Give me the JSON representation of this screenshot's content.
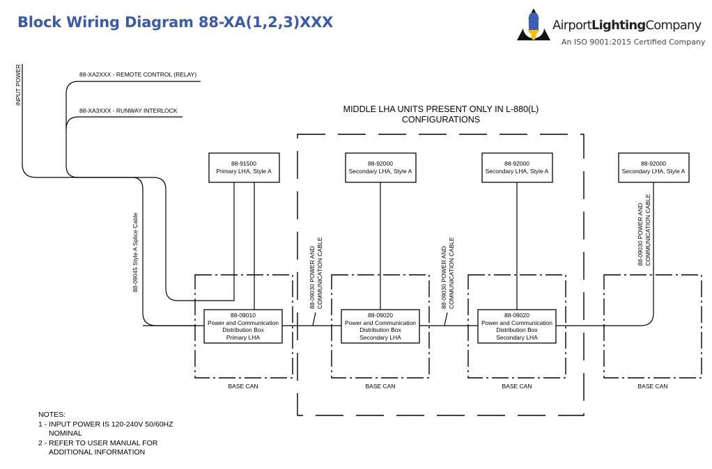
{
  "header": {
    "title": "Block Wiring Diagram 88-XA(1,2,3)XXX",
    "title_color": "#3a5bab"
  },
  "logo": {
    "icon": "airport-beacon-triangle-icon",
    "name_prefix": "Airport",
    "name_bold": "Lighting",
    "name_suffix": "Company",
    "tagline": "An ISO 9001:2015 Certified Company",
    "colors": {
      "bulb": "#3b5fb5",
      "base": "#f2c200",
      "triangle": "#111111"
    }
  },
  "diagram": {
    "inputs": {
      "input_power": "INPUT POWER",
      "remote_control": "88-XA2XXX - REMOTE CONTROL (RELAY)",
      "runway_interlock": "88-XA3XXX - RUNWAY INTERLOCK"
    },
    "middle_group_label_line1": "MIDDLE LHA UNITS PRESENT ONLY IN L-880(L)",
    "middle_group_label_line2": "CONFIGURATIONS",
    "splice_cable": "88-09045 Style A Splice Cable",
    "cable_label_line1": "88-09030 POWER AND",
    "cable_label_line2": "COMMUNICATION CABLE",
    "lha_units": [
      {
        "part": "88-91500",
        "name": "Primary LHA, Style A"
      },
      {
        "part": "88-92000",
        "name": "Secondary LHA, Style A"
      },
      {
        "part": "88-92000",
        "name": "Secondary LHA, Style A"
      },
      {
        "part": "88-92000",
        "name": "Secondary LHA, Style A"
      }
    ],
    "distribution_boxes": [
      {
        "part": "88-09010",
        "line1": "Power and Communication",
        "line2": "Distribution Box",
        "line3": "Primary LHA"
      },
      {
        "part": "88-09020",
        "line1": "Power and Communication",
        "line2": "Distribution Box",
        "line3": "Secondary LHA"
      },
      {
        "part": "88-09020",
        "line1": "Power and Communication",
        "line2": "Distribution Box",
        "line3": "Secondary LHA"
      }
    ],
    "base_can_label": "BASE CAN"
  },
  "notes": {
    "heading": "NOTES:",
    "items": [
      {
        "line1": "1 - INPUT POWER IS 120-240V 50/60HZ",
        "line2": "NOMINAL"
      },
      {
        "line1": "2 - REFER TO USER MANUAL FOR",
        "line2": "ADDITIONAL INFORMATION"
      }
    ]
  }
}
